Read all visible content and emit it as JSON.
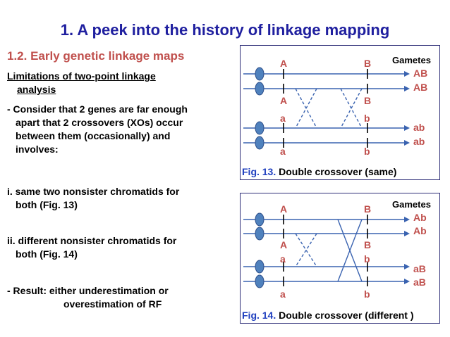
{
  "title": "1. A peek into the history of linkage mapping",
  "subtitle": "1.2. Early genetic linkage maps",
  "limitations": {
    "line1": "Limitations of two-point linkage",
    "line2": "analysis"
  },
  "consider": {
    "line1": "- Consider that 2 genes are far enough",
    "line2": "apart that 2 crossovers (XOs) occur",
    "line3": "between them (occasionally) and",
    "line4": "involves:"
  },
  "case1": {
    "line1": "i. same two nonsister chromatids for",
    "line2": "both (Fig. 13)"
  },
  "case2": {
    "line1": "ii. different nonsister chromatids for",
    "line2": "both (Fig. 14)"
  },
  "result": {
    "line1": "- Result: either underestimation or",
    "line2": "overestimation of RF"
  },
  "fig13": {
    "gametes_title": "Gametes",
    "alleles": [
      "A",
      "B",
      "A",
      "B",
      "a",
      "b",
      "a",
      "b"
    ],
    "gametes": [
      "AB",
      "AB",
      "ab",
      "ab"
    ],
    "caption_label": "Fig. 13.",
    "caption_text": "Double crossover (same)"
  },
  "fig14": {
    "gametes_title": "Gametes",
    "alleles": [
      "A",
      "B",
      "A",
      "B",
      "a",
      "b",
      "a",
      "b"
    ],
    "gametes": [
      "Ab",
      "Ab",
      "aB",
      "aB"
    ],
    "caption_label": "Fig. 14.",
    "caption_text": "Double crossover (different )"
  },
  "colors": {
    "title": "#1f1f9f",
    "subtitle": "#c0504d",
    "chromatid": "#3a63b0",
    "centromere": "#4f81bd",
    "allele": "#c0504d",
    "caption_label": "#1f3fbf"
  }
}
